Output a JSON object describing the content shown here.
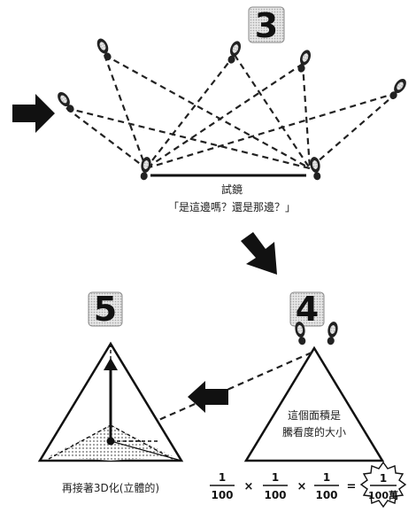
{
  "steps": {
    "three": "3",
    "four": "4",
    "five": "5"
  },
  "captions": {
    "top_line1": "試鏡",
    "top_line2": "「是這邊嗎？還是那邊？」",
    "triangle_line1": "這個面積是",
    "triangle_line2": "騰看度的大小",
    "bottom_left": "再接著3D化(立體的)"
  },
  "formula": {
    "numerator": "1",
    "denominator": "100",
    "times": "×",
    "equals": "=",
    "result_numerator": "1",
    "result_denominator": "100萬"
  },
  "icons": [
    "footprint-icon",
    "arrow-icon",
    "starburst-icon"
  ],
  "colors": {
    "ink": "#111111",
    "badge_bg": "#d9d9d9",
    "hatch": "#bdbdbd"
  }
}
